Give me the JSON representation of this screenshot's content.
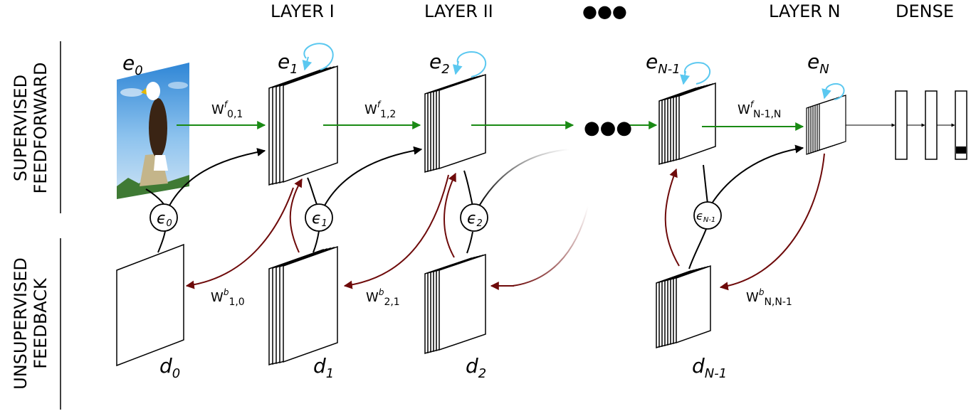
{
  "headers": {
    "layer1": "LAYER I",
    "layer2": "LAYER II",
    "ellipsis": "●●●",
    "layerN": "LAYER N",
    "dense": "DENSE"
  },
  "side_labels": {
    "top_line1": "SUPERVISED",
    "top_line2": "FEEDFORWARD",
    "bottom_line1": "UNSUPERVISED",
    "bottom_line2": "FEEDBACK"
  },
  "nodes": {
    "e0": {
      "base": "e",
      "sub": "0"
    },
    "e1": {
      "base": "e",
      "sub": "1"
    },
    "e2": {
      "base": "e",
      "sub": "2"
    },
    "eN1": {
      "base": "e",
      "sub": "N-1"
    },
    "eN": {
      "base": "e",
      "sub": "N"
    },
    "d0": {
      "base": "d",
      "sub": "0"
    },
    "d1": {
      "base": "d",
      "sub": "1"
    },
    "d2": {
      "base": "d",
      "sub": "2"
    },
    "dN1": {
      "base": "d",
      "sub": "N-1"
    }
  },
  "errors": {
    "eps0": {
      "base": "ϵ",
      "sub": "0"
    },
    "eps1": {
      "base": "ϵ",
      "sub": "1"
    },
    "eps2": {
      "base": "ϵ",
      "sub": "2"
    },
    "epsN1": {
      "base": "ϵ",
      "sub": "N-1"
    }
  },
  "weights": {
    "wf01": {
      "base": "W",
      "sup": "f",
      "sub": "0,1"
    },
    "wf12": {
      "base": "W",
      "sup": "f",
      "sub": "1,2"
    },
    "wfN": {
      "base": "W",
      "sup": "f",
      "sub": "N-1,N"
    },
    "wb10": {
      "base": "W",
      "sup": "b",
      "sub": "1,0"
    },
    "wb21": {
      "base": "W",
      "sup": "b",
      "sub": "2,1"
    },
    "wbN": {
      "base": "W",
      "sup": "b",
      "sub": "N,N-1"
    }
  },
  "mid_ellipsis": "●●●",
  "colors": {
    "feedforward": "#1a8a14",
    "feedback": "#6e0a0a",
    "recurrent": "#5bc8f0",
    "black": "#000000"
  },
  "icons": {
    "input_image": "bald-eagle-photo"
  }
}
